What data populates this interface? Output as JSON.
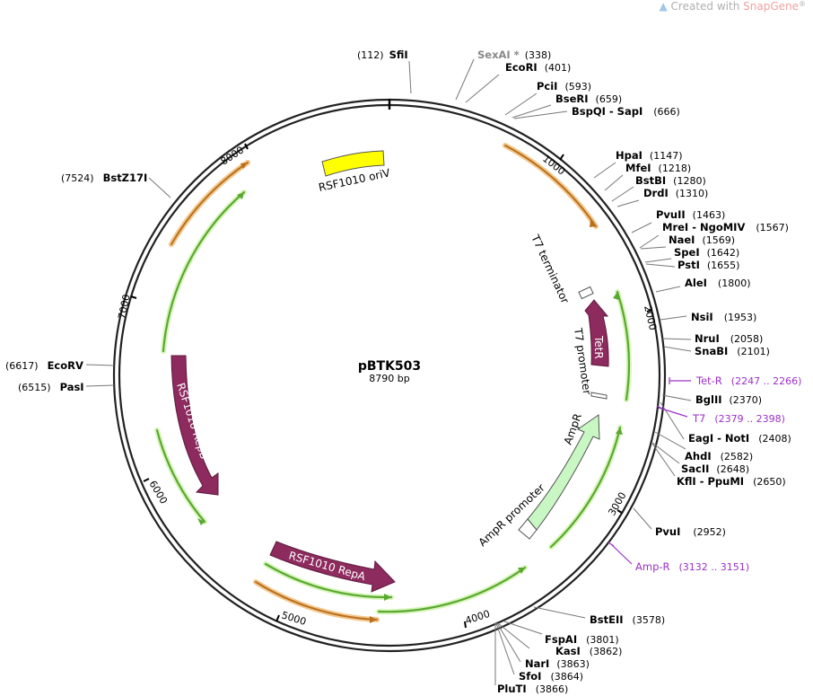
{
  "watermark": {
    "prefix": "Created with ",
    "brand": "SnapGene",
    "suffix": "®"
  },
  "plasmid": {
    "name": "pBTK503",
    "size_label": "8790 bp",
    "length": 8790
  },
  "colors": {
    "backbone": "#222222",
    "leader": "#777777",
    "orange_feature": "#f3b565",
    "green_feature": "#6cbf3a",
    "green_halo": "#d6f5b8",
    "rep_feature": "#8d2a5e",
    "ori_feature": "#ffff00",
    "ampr_feature": "#c9f7c3",
    "primer": "#9b30c8",
    "muted_site": "#8a8a8a"
  },
  "ticks": [
    "1000",
    "2000",
    "3000",
    "4000",
    "5000",
    "6000",
    "7000",
    "8000"
  ],
  "sites": [
    {
      "name": "SfiI",
      "pos": "(112)",
      "side": "left"
    },
    {
      "name": "SexAI *",
      "pos": "(338)",
      "side": "right",
      "muted": true
    },
    {
      "name": "EcoRI",
      "pos": "(401)",
      "side": "right"
    },
    {
      "name": "PciI",
      "pos": "(593)",
      "side": "right"
    },
    {
      "name": "BseRI",
      "pos": "(659)",
      "side": "right"
    },
    {
      "name": "BspQI - SapI",
      "pos": "(666)",
      "side": "right"
    },
    {
      "name": "HpaI",
      "pos": "(1147)",
      "side": "right"
    },
    {
      "name": "MfeI",
      "pos": "(1218)",
      "side": "right"
    },
    {
      "name": "BstBI",
      "pos": "(1280)",
      "side": "right"
    },
    {
      "name": "DrdI",
      "pos": "(1310)",
      "side": "right"
    },
    {
      "name": "PvuII",
      "pos": "(1463)",
      "side": "right"
    },
    {
      "name": "MreI - NgoMIV",
      "pos": "(1567)",
      "side": "right"
    },
    {
      "name": "NaeI",
      "pos": "(1569)",
      "side": "right"
    },
    {
      "name": "SpeI",
      "pos": "(1642)",
      "side": "right"
    },
    {
      "name": "PstI",
      "pos": "(1655)",
      "side": "right"
    },
    {
      "name": "AleI",
      "pos": "(1800)",
      "side": "right"
    },
    {
      "name": "NsiI",
      "pos": "(1953)",
      "side": "right"
    },
    {
      "name": "NruI",
      "pos": "(2058)",
      "side": "right"
    },
    {
      "name": "SnaBI",
      "pos": "(2101)",
      "side": "right"
    },
    {
      "name": "BglII",
      "pos": "(2370)",
      "side": "right"
    },
    {
      "name": "EagI - NotI",
      "pos": "(2408)",
      "side": "right"
    },
    {
      "name": "AhdI",
      "pos": "(2582)",
      "side": "right"
    },
    {
      "name": "SacII",
      "pos": "(2648)",
      "side": "right"
    },
    {
      "name": "KflI - PpuMI",
      "pos": "(2650)",
      "side": "right"
    },
    {
      "name": "PvuI",
      "pos": "(2952)",
      "side": "right"
    },
    {
      "name": "BstEII",
      "pos": "(3578)",
      "side": "right"
    },
    {
      "name": "FspAI",
      "pos": "(3801)",
      "side": "right"
    },
    {
      "name": "KasI",
      "pos": "(3862)",
      "side": "right"
    },
    {
      "name": "NarI",
      "pos": "(3863)",
      "side": "right"
    },
    {
      "name": "SfoI",
      "pos": "(3864)",
      "side": "right"
    },
    {
      "name": "PluTI",
      "pos": "(3866)",
      "side": "right"
    },
    {
      "name": "PasI",
      "pos": "(6515)",
      "side": "left"
    },
    {
      "name": "EcoRV",
      "pos": "(6617)",
      "side": "left"
    },
    {
      "name": "BstZ17I",
      "pos": "(7524)",
      "side": "left"
    }
  ],
  "primers": [
    {
      "name": "Tet-R",
      "range": "(2247 .. 2266)"
    },
    {
      "name": "T7",
      "range": "(2379 .. 2398)"
    },
    {
      "name": "Amp-R",
      "range": "(3132 .. 3151)"
    }
  ],
  "features": {
    "ori": "RSF1010 oriV",
    "tetr": "TetR",
    "t7_terminator": "T7 terminator",
    "t7_promoter": "T7 promoter",
    "ampr": "AmpR",
    "ampr_promoter": "AmpR promoter",
    "repa": "RSF1010 RepA",
    "repb": "RSF1010 RepB"
  }
}
